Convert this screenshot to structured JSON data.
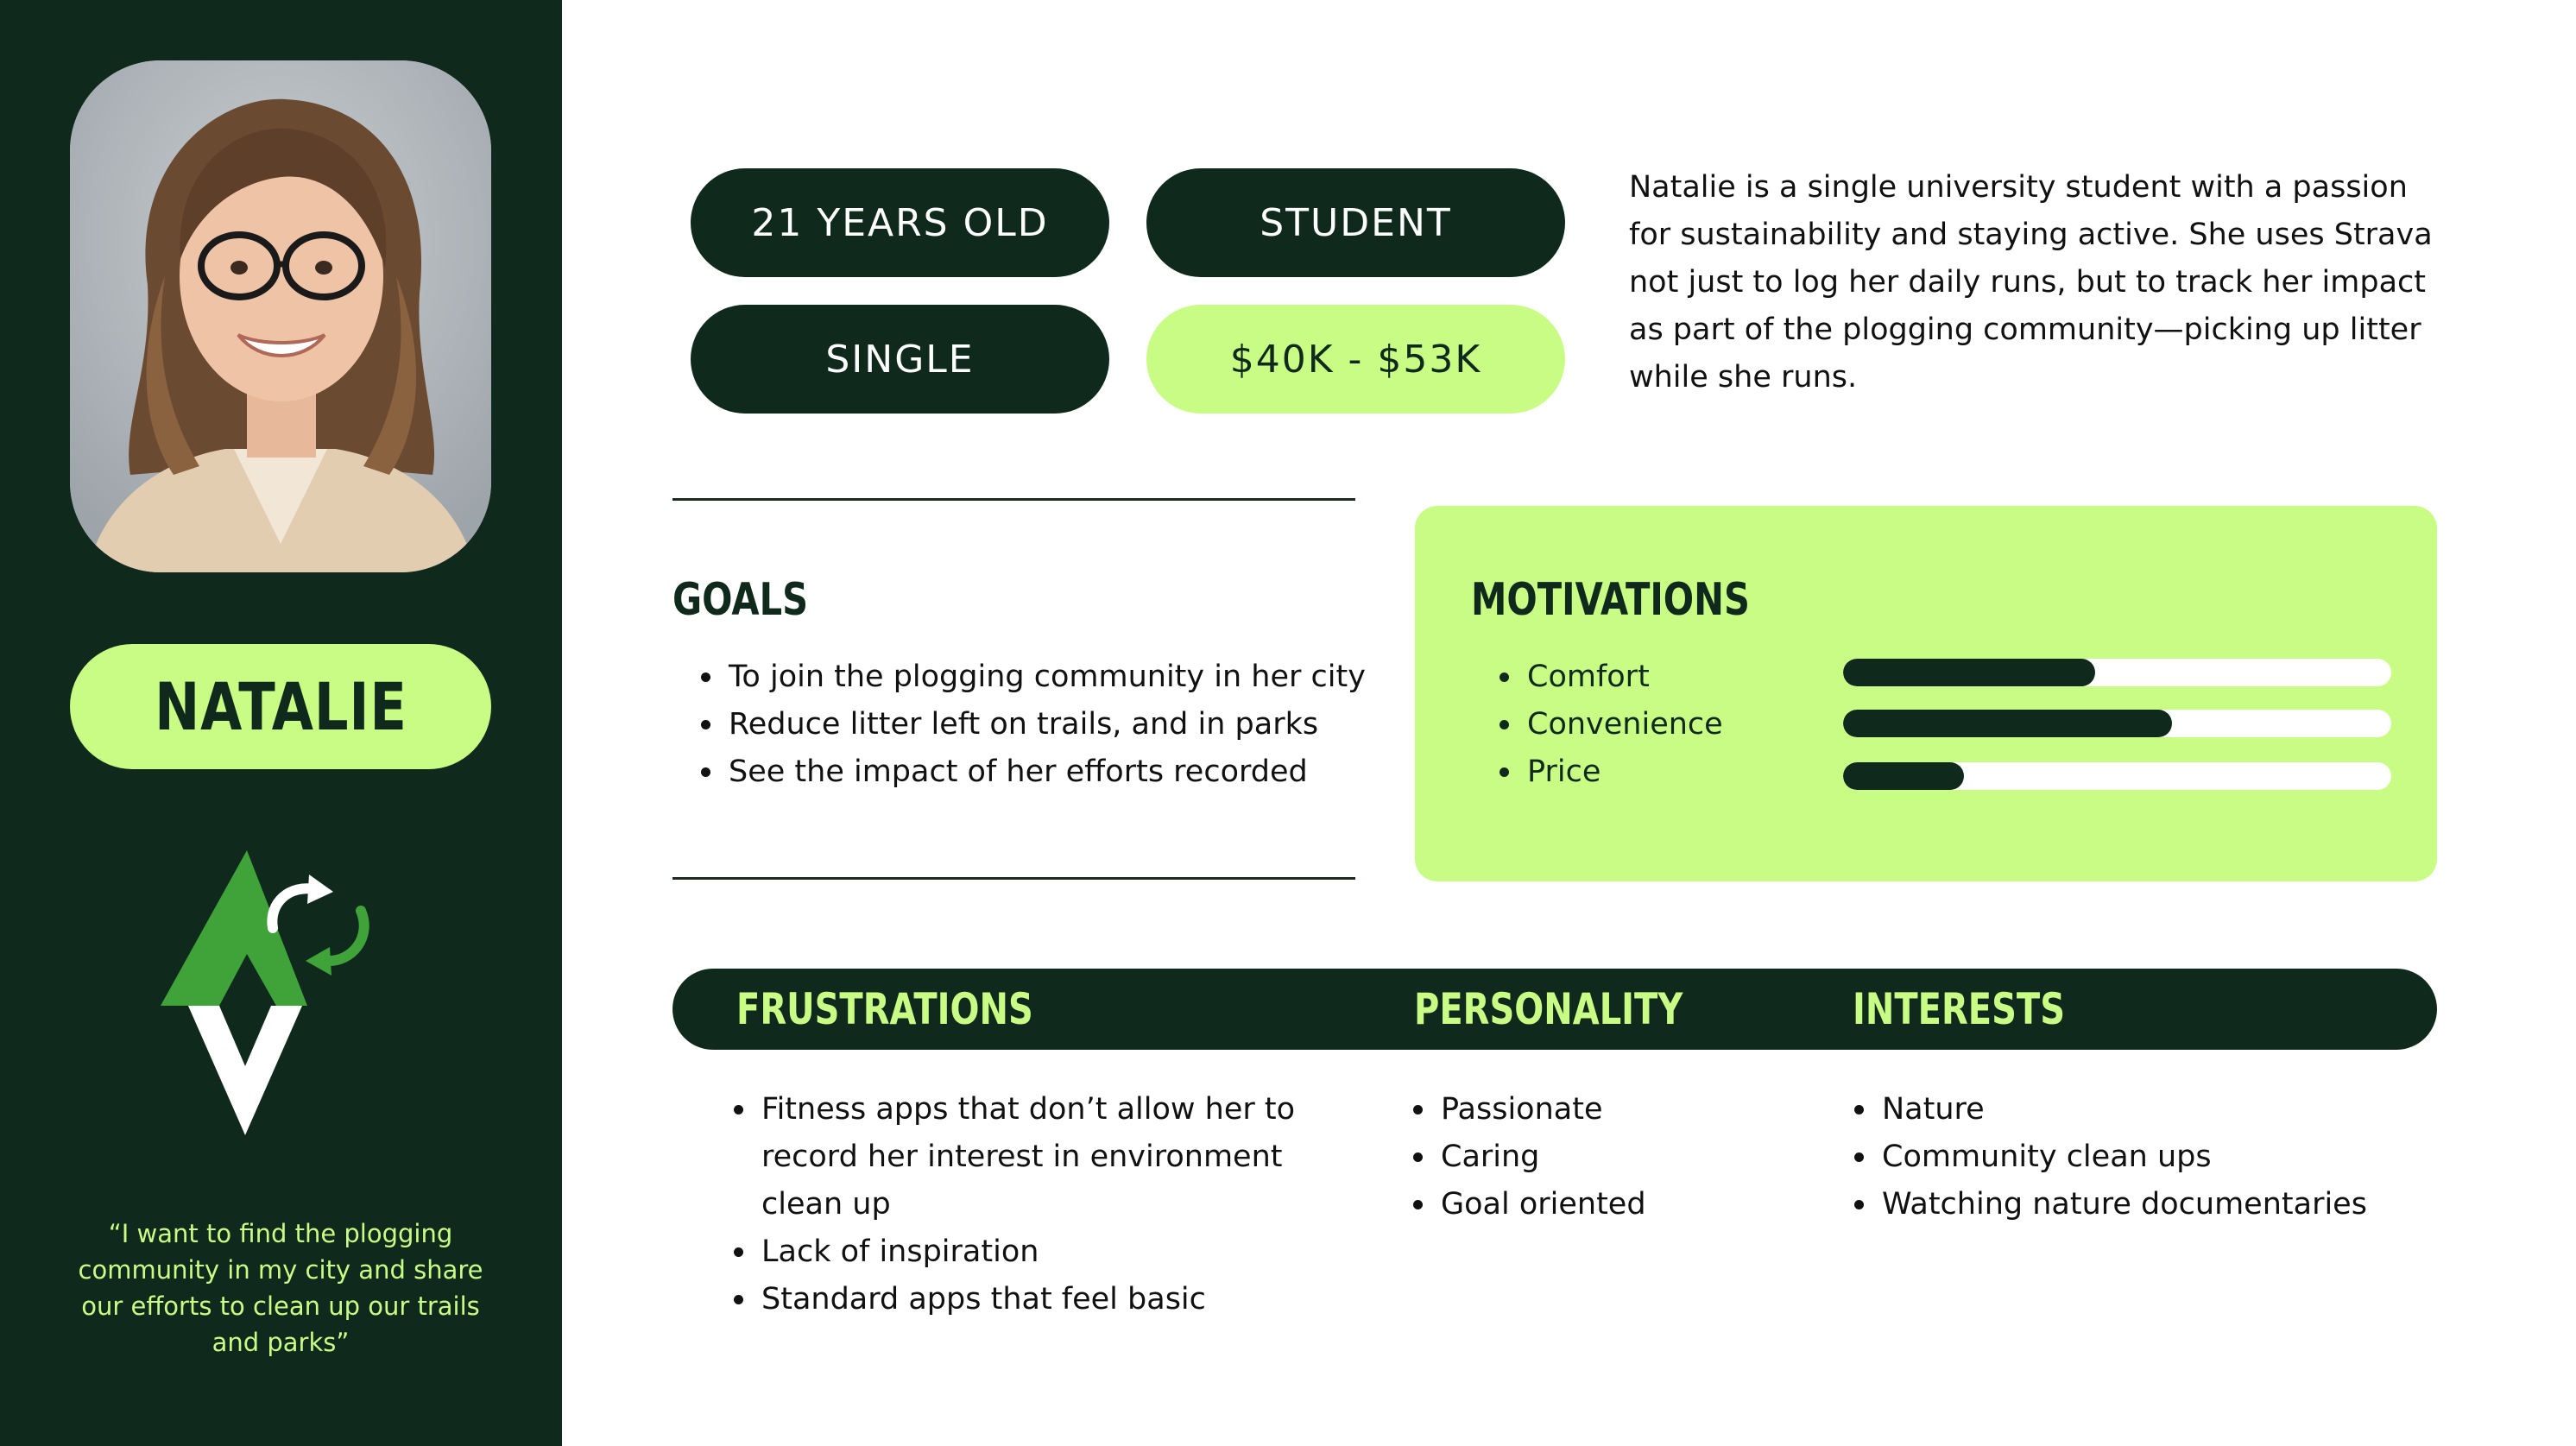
{
  "persona": {
    "name": "NATALIE",
    "quote": "“I want to find the plogging community in my city and share our efforts to clean up our trails and parks”"
  },
  "demographics": {
    "age": "21 YEARS OLD",
    "occupation": "STUDENT",
    "status": "SINGLE",
    "income": "$40K - $53K"
  },
  "bio": "Natalie is a single university student with a passion for sustainability and staying active. She uses Strava not just to log her daily runs, but to track her impact as part of the plogging community—picking up litter while she runs.",
  "goals": {
    "title": "GOALS",
    "items": [
      "To join the plogging community in her city",
      "Reduce litter left on trails, and in parks",
      "See the impact of her efforts recorded"
    ]
  },
  "motivations": {
    "title": "MOTIVATIONS",
    "items": [
      {
        "label": "Comfort",
        "level": 0.46
      },
      {
        "label": "Convenience",
        "level": 0.6
      },
      {
        "label": "Price",
        "level": 0.22
      }
    ]
  },
  "frustrations": {
    "title": "FRUSTRATIONS",
    "items": [
      "Fitness apps that don’t allow her to record her interest in environment clean up",
      "Lack of inspiration",
      "Standard apps that feel basic"
    ]
  },
  "personality": {
    "title": "PERSONALITY",
    "items": [
      "Passionate",
      "Caring",
      "Goal oriented"
    ]
  },
  "interests": {
    "title": "INTERESTS",
    "items": [
      "Nature",
      "Community clean ups",
      "Watching nature documentaries"
    ]
  },
  "colors": {
    "dark_green": "#0f2a1c",
    "lime": "#c9fc84",
    "logo_green": "#3fa33a"
  },
  "icons": {
    "logo": "recycle-arrows-strava-logo-icon",
    "photo": "persona-portrait-photo"
  }
}
